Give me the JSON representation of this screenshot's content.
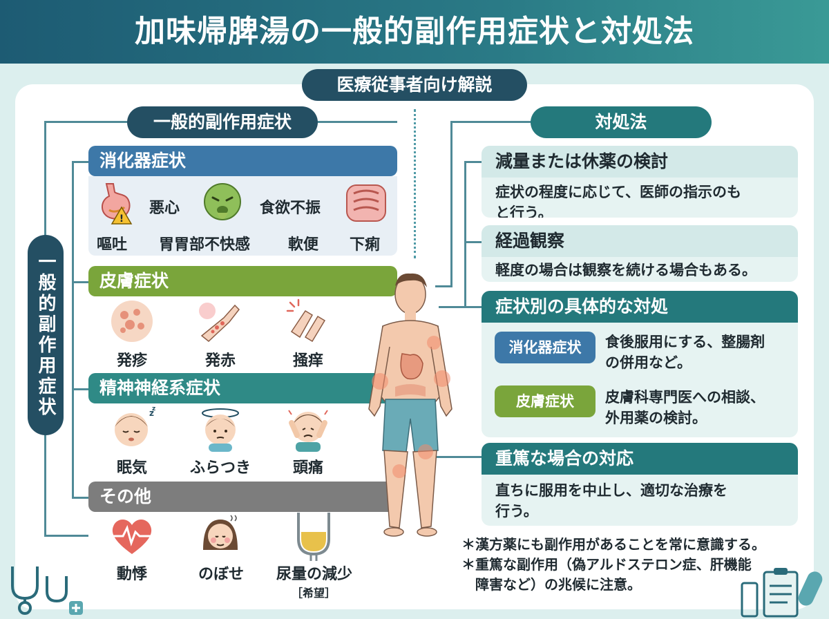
{
  "title": "加味帰脾湯の一般的副作用症状と対処法",
  "subtitle": "医療従事者向け解説",
  "left": {
    "section_label": "一般的副作用症状",
    "vertical_label": "一般的副作用症状",
    "categories": [
      {
        "name": "消化器症状",
        "items": [
          "悪心",
          "食欲不振",
          "嘔吐",
          "胃胃部不快感",
          "軟便",
          "下痢"
        ]
      },
      {
        "name": "皮膚症状",
        "items": [
          "発疹",
          "発赤",
          "掻痒"
        ]
      },
      {
        "name": "精神神経系症状",
        "items": [
          "眠気",
          "ふらつき",
          "頭痛"
        ]
      },
      {
        "name": "その他",
        "items": [
          "動悸",
          "のぼせ",
          "尿量の減少"
        ],
        "note": "［希望］"
      }
    ]
  },
  "right": {
    "section_label": "対処法",
    "boxes": [
      {
        "title": "減量または休薬の検討",
        "body_lines": [
          "症状の程度に応じて、医師の指示のも",
          "と行う。"
        ]
      },
      {
        "title": "経過観察",
        "body_lines": [
          "軽度の場合は観察を続ける場合もある。"
        ]
      },
      {
        "title": "症状別の具体的な対処",
        "items": [
          {
            "tag": "消化器症状",
            "lines": [
              "食後服用にする、整腸剤",
              "の併用など。"
            ]
          },
          {
            "tag": "皮膚症状",
            "lines": [
              "皮膚科専門医への相談、",
              "外用薬の検討。"
            ]
          }
        ]
      },
      {
        "title": "重篤な場合の対応",
        "body_lines": [
          "直ちに服用を中止し、適切な治療を",
          "行う。"
        ]
      }
    ],
    "footnotes": [
      "＊漢方薬にも副作用があることを常に意識する。",
      "＊重篤な副作用（偽アルドステロン症、肝機能",
      "　障害など）の兆候に注意。"
    ]
  },
  "colors": {
    "header": "#1d5b73",
    "navy_pill": "#244f63",
    "digestive": "#3d78a8",
    "skin": "#7aa53b",
    "mental": "#2f8a86",
    "other": "#7d7d7d",
    "teal_dark": "#24797c"
  },
  "icons": [
    "stomach-icon",
    "nausea-face-icon",
    "intestine-icon",
    "rash-icon",
    "redness-arm-icon",
    "itch-hand-icon",
    "sleepy-face-icon",
    "dizzy-face-icon",
    "headache-face-icon",
    "heartbeat-icon",
    "flushed-face-icon",
    "urine-tube-icon",
    "body-figure-icon",
    "stethoscope-icon",
    "clipboard-icon"
  ]
}
